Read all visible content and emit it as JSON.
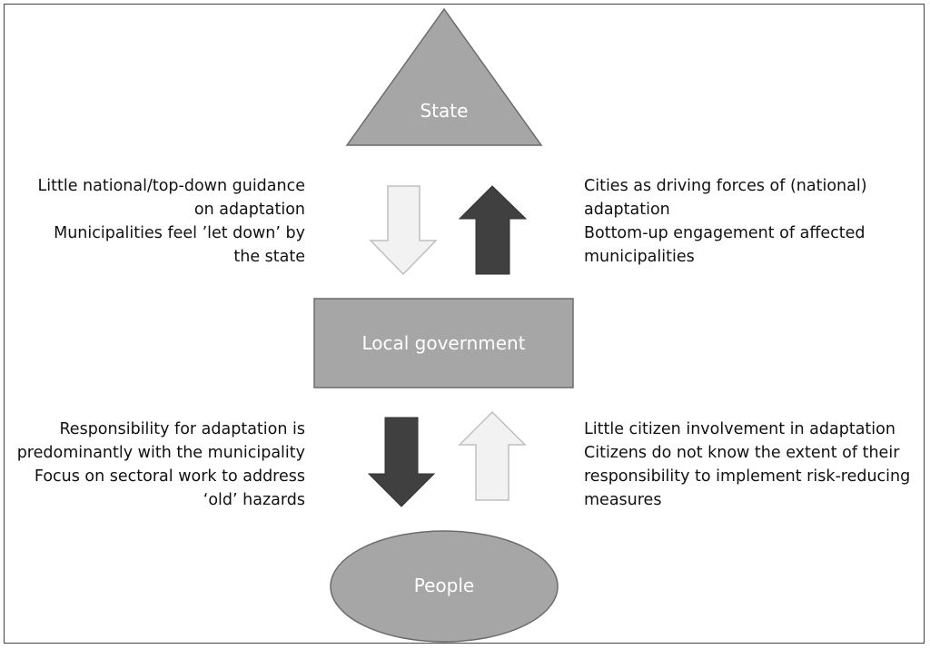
{
  "nodes": {
    "state": "State",
    "local_government": "Local government",
    "people": "People"
  },
  "upper_left": [
    "Little national/top-down guidance",
    "on adaptation",
    "Municipalities feel ’let down’ by",
    "the state"
  ],
  "upper_right": [
    "Cities as driving forces of (national)",
    "adaptation",
    "Bottom-up engagement of affected",
    "municipalities"
  ],
  "lower_left": [
    "Responsibility for adaptation is",
    "predominantly with the municipality",
    "Focus on sectoral work to address",
    "‘old’ hazards"
  ],
  "lower_right": [
    "Little citizen involvement in adaptation",
    "Citizens do not know the extent of their",
    "responsibility to implement risk-reducing",
    "measures"
  ],
  "colors": {
    "shape_fill": "#a6a6a6",
    "shape_stroke": "#6b6b6b",
    "arrow_dark": "#404040",
    "arrow_light": "#f2f2f2",
    "arrow_light_stroke": "#bfbfbf"
  }
}
